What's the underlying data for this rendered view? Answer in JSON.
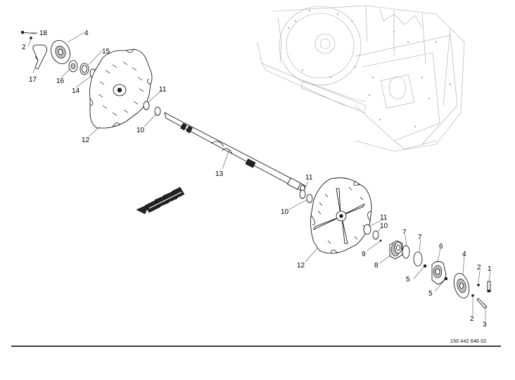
{
  "callouts": {
    "c18": "18",
    "c4a": "4",
    "c2a": "2",
    "c15": "15",
    "c17": "17",
    "c16": "16",
    "c14": "14",
    "c11a": "11",
    "c10a": "10",
    "c12a": "12",
    "c13": "13",
    "c11b": "11",
    "c10b": "10",
    "c11c": "11",
    "c10c": "10",
    "c7a": "7",
    "c7b": "7",
    "c9": "9",
    "c8": "8",
    "c12b": "12",
    "c6": "6",
    "c4b": "4",
    "c2b": "2",
    "c1": "1",
    "c5a": "5",
    "c5b": "5",
    "c2c": "2",
    "c3": "3"
  },
  "document_number": "150 442 646 02",
  "icons": {
    "direction": "travel-direction-arrow-icon"
  },
  "colors": {
    "line": "#000000",
    "background_machine": "#a8a8a8"
  }
}
